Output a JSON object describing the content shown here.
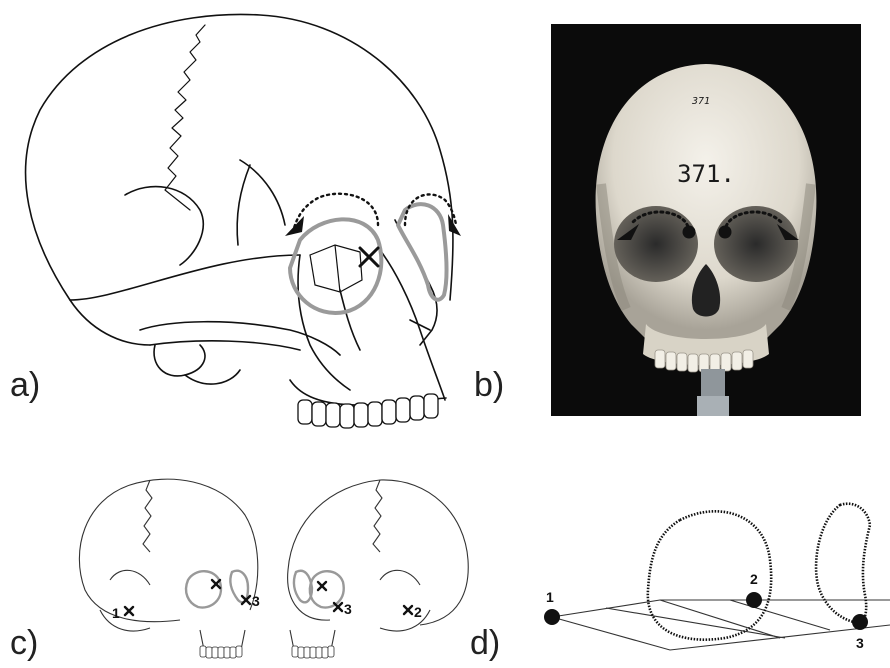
{
  "panels": {
    "a": {
      "letter": "a)"
    },
    "b": {
      "letter": "b)",
      "specimen_number": "371.",
      "specimen_mark_top": "371"
    },
    "c": {
      "letter": "c)",
      "landmarks_left": [
        "1",
        "3"
      ],
      "landmarks_right": [
        "3",
        "2"
      ]
    },
    "d": {
      "letter": "d)",
      "landmarks": [
        "1",
        "2",
        "3"
      ]
    }
  },
  "colors": {
    "line": "#111111",
    "orbit_outline": "#9a9a9a",
    "photo_bg": "#0b0b0b",
    "bone": "#e8e4da"
  }
}
